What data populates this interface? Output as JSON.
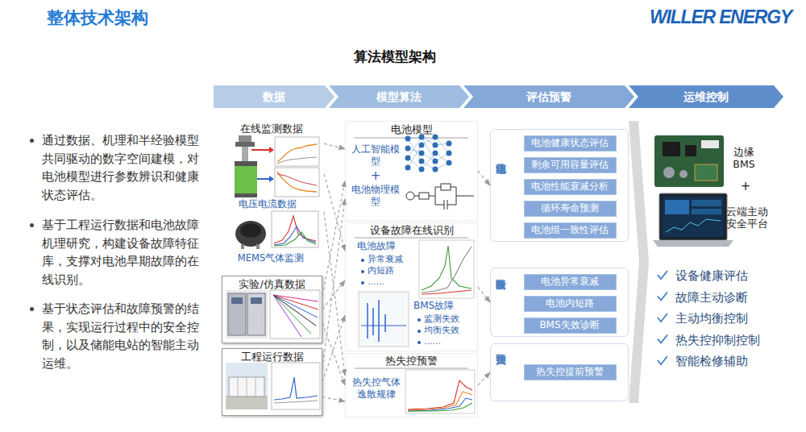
{
  "diagram": {
    "title": "整体技术架构",
    "nodes": [
      {
        "text": [
          "数据"
        ]
      },
      {
        "text": [
          "模型算法"
        ]
      },
      {
        "text": [
          "评估预警"
        ]
      },
      {
        "text": [
          "运维控制"
        ]
      },
      {
        "text": [
          "在线监测数据",
          "电压电流数据",
          "MEMS气体监测"
        ]
      },
      {
        "text": [
          "实验/仿真数据"
        ]
      },
      {
        "text": [
          "工程运行数据"
        ]
      },
      {
        "text": [
          "电池模型",
          "人工智能模型",
          "+",
          "电池物理模型"
        ]
      },
      {
        "text": [
          "设备故障在线识别",
          "电池故障",
          "异常衰减",
          "内短路",
          "……",
          "BMS故障",
          "监测失效",
          "均衡失效",
          "……"
        ]
      },
      {
        "text": [
          "热失控预警",
          "热失控气体逸散规律"
        ]
      },
      {
        "text": [
          "电池状态评估"
        ]
      },
      {
        "text": [
          "电池健康状态评估"
        ],
        "in": 10
      },
      {
        "text": [
          "剩余可用容量评估"
        ],
        "in": 10
      },
      {
        "text": [
          "电池性能衰减分析"
        ],
        "in": 10
      },
      {
        "text": [
          "循环寿命预测"
        ],
        "in": 10
      },
      {
        "text": [
          "电池组一致性评估"
        ],
        "in": 10
      },
      {
        "text": [
          "设备故障诊断"
        ]
      },
      {
        "text": [
          "电池异常衰减"
        ],
        "in": 16
      },
      {
        "text": [
          "电池内短路"
        ],
        "in": 16
      },
      {
        "text": [
          "BMS失效诊断"
        ],
        "in": 16
      },
      {
        "text": [
          "热失控预警"
        ]
      },
      {
        "text": [
          "热失控提前预警"
        ],
        "in": 20
      }
    ],
    "edges": [
      {
        "from": 4,
        "to": 7,
        "arrow": "to"
      },
      {
        "from": 4,
        "to": 8,
        "arrow": "to"
      },
      {
        "from": 4,
        "to": 9,
        "arrow": "to"
      },
      {
        "from": 5,
        "to": 7,
        "arrow": "to"
      },
      {
        "from": 5,
        "to": 8,
        "arrow": "to"
      },
      {
        "from": 5,
        "to": 9,
        "arrow": "to"
      },
      {
        "from": 6,
        "to": 7,
        "arrow": "to"
      },
      {
        "from": 6,
        "to": 8,
        "arrow": "to"
      },
      {
        "from": 6,
        "to": 9,
        "arrow": "to"
      },
      {
        "from": 7,
        "to": 10,
        "arrow": "to"
      },
      {
        "from": 8,
        "to": 16,
        "arrow": "to"
      },
      {
        "from": 9,
        "to": 20,
        "arrow": "to"
      }
    ],
    "labels": [
      "WILLER ENERGY",
      "算法模型架构",
      "通过数据、机理和半经验模型共同驱动的数字空间建模，对电池模型进行参数辨识和健康状态评估。",
      "基于工程运行数据和电池故障机理研究，构建设备故障特征库，支撑对电池早期故障的在线识别。",
      "基于状态评估和故障预警的结果，实现运行过程中的安全控制，以及储能电站的智能主动运维。",
      "边缘BMS",
      "+",
      "云端主动安全平台",
      "设备健康评估",
      "故障主动诊断",
      "主动均衡控制",
      "热失控抑制控制",
      "智能检修辅助"
    ]
  }
}
